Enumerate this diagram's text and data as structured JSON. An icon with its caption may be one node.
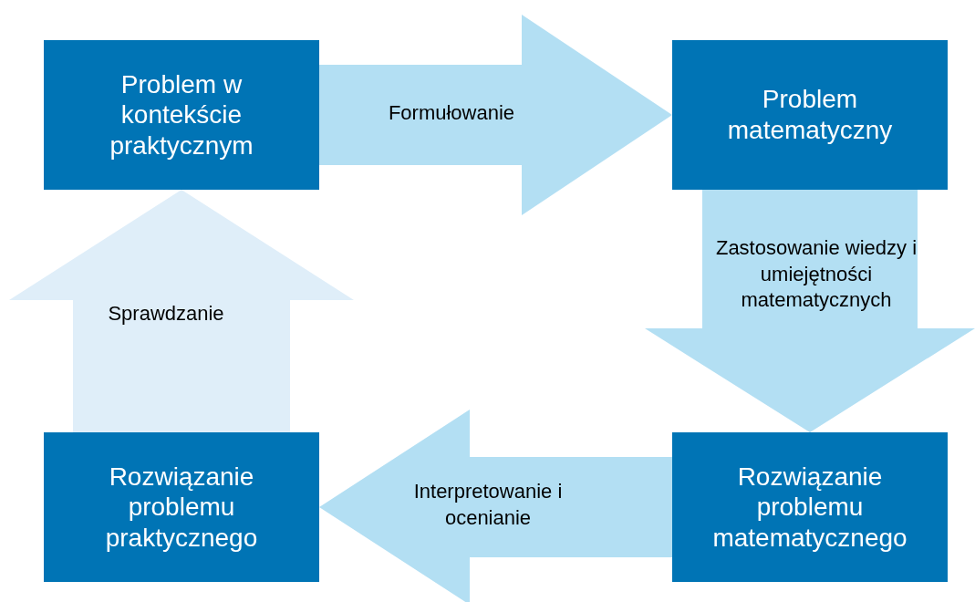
{
  "diagram": {
    "nodes": [
      {
        "text": [
          "Problem w kontekście praktycznym"
        ]
      },
      {
        "text": [
          "Problem matematyczny"
        ]
      },
      {
        "text": [
          "Rozwiązanie problemu praktycznego"
        ]
      },
      {
        "text": [
          "Rozwiązanie problemu matematycznego"
        ]
      }
    ],
    "edges": [
      {
        "from": 0,
        "to": 1,
        "arrow": "to",
        "label": "Formułowanie"
      },
      {
        "from": 1,
        "to": 3,
        "arrow": "to",
        "label": "Zastosowanie wiedzy i umiejętności matematycznych"
      },
      {
        "from": 3,
        "to": 2,
        "arrow": "to",
        "label": "Interpretowanie i ocenianie"
      },
      {
        "from": 2,
        "to": 0,
        "arrow": "to",
        "label": "Sprawdzanie",
        "color": "#dfeef9"
      }
    ]
  }
}
